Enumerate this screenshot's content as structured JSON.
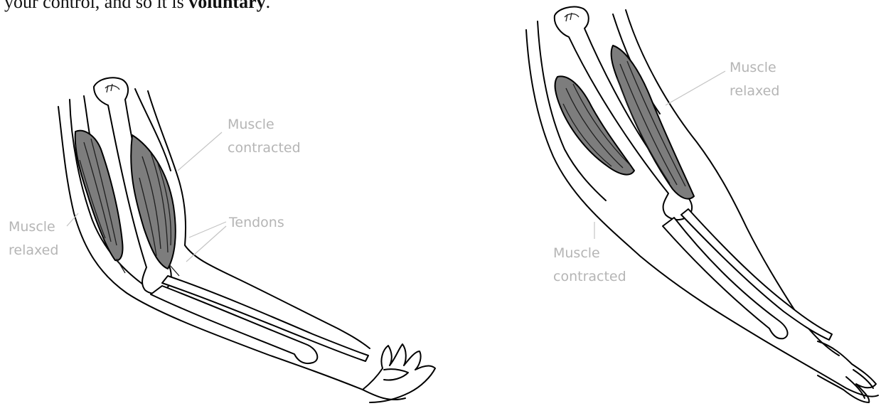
{
  "intro": {
    "text_start": "your control, and so it is ",
    "text_bold": "voluntary",
    "text_end": "."
  },
  "left_arm": {
    "label_muscle_contracted_1": "Muscle",
    "label_muscle_contracted_2": "contracted",
    "label_tendons": "Tendons",
    "label_muscle_relaxed_1": "Muscle",
    "label_muscle_relaxed_2": "relaxed"
  },
  "right_arm": {
    "label_muscle_relaxed_1": "Muscle",
    "label_muscle_relaxed_2": "relaxed",
    "label_muscle_contracted_1": "Muscle",
    "label_muscle_contracted_2": "contracted"
  },
  "colors": {
    "muscle": "#7d7d7d",
    "label": "#b5b5b5"
  }
}
